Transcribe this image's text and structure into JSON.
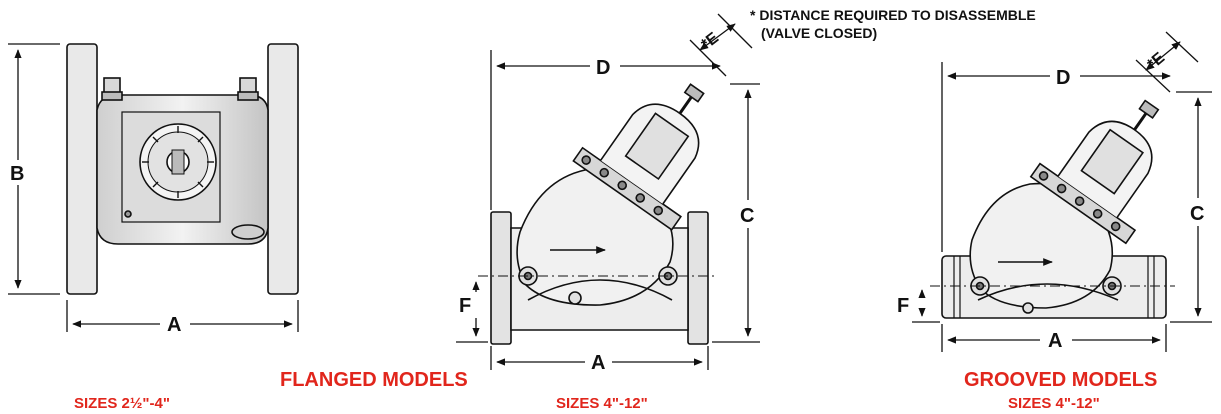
{
  "note": {
    "line1": "* DISTANCE REQUIRED TO DISASSEMBLE",
    "line2": "(VALVE CLOSED)"
  },
  "dimension_letters": {
    "a": "A",
    "b": "B",
    "c": "C",
    "d": "D",
    "e": "*E",
    "f": "F"
  },
  "captions": {
    "flanged_models": "FLANGED MODELS",
    "grooved_models": "GROOVED MODELS",
    "sizes_small": "SIZES 2½\"-4\"",
    "sizes_flanged": "SIZES 4\"-12\"",
    "sizes_grooved": "SIZES 4\"-12\""
  },
  "colors": {
    "caption_red": "#e1261c",
    "line": "#111111",
    "body_fill": "#e6e6e6"
  }
}
